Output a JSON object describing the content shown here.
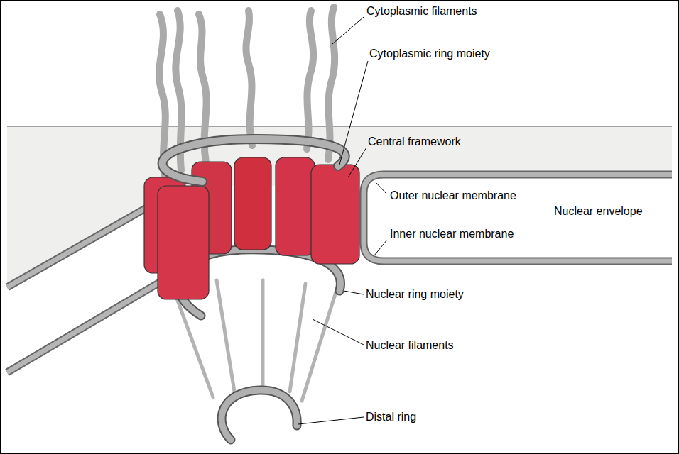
{
  "diagram": {
    "labels": [
      "Cytoplasmic filaments",
      "Cytoplasmic ring moiety",
      "Central framework",
      "Outer nuclear membrane",
      "Nuclear envelope",
      "Inner nuclear membrane",
      "Nuclear ring moiety",
      "Nuclear filaments",
      "Distal ring"
    ]
  }
}
